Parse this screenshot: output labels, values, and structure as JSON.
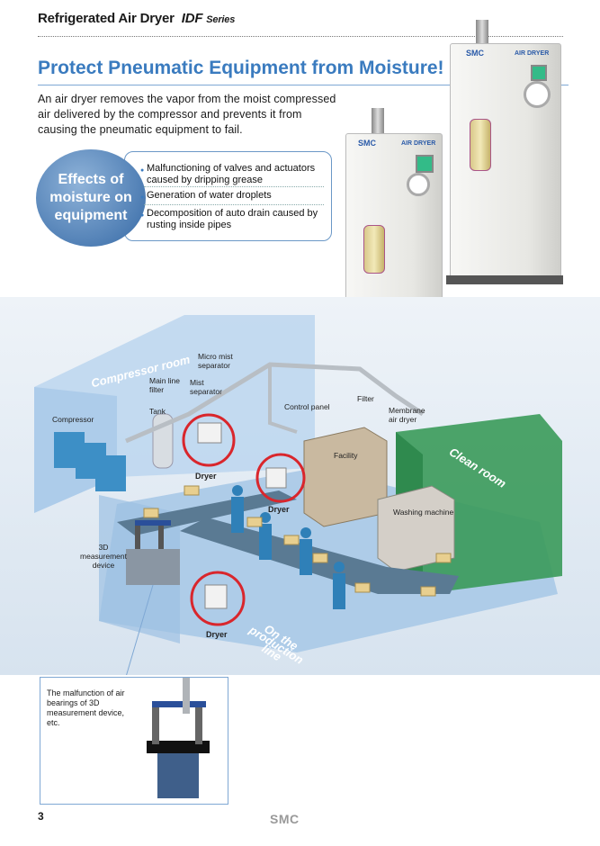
{
  "header": {
    "title": "Refrigerated Air Dryer",
    "series_code": "IDF",
    "series_word": "Series"
  },
  "headline": "Protect Pneumatic Equipment from Moisture!",
  "intro": "An air dryer removes the vapor from the moist compressed air delivered by the compressor and prevents it from causing the pneumatic equipment to fail.",
  "effects": {
    "title_lines": [
      "Effects of",
      "moisture on",
      "equipment"
    ],
    "items": [
      "Malfunctioning of valves and actuators caused by dripping grease",
      "Generation of water droplets",
      "Decomposition of auto drain caused by rusting inside pipes"
    ]
  },
  "products": {
    "brand": "SMC",
    "panel_label": "AIR DRYER"
  },
  "diagram": {
    "zones": {
      "compressor_room": "Compressor room",
      "clean_room": "Clean room",
      "production_line": "On the production line"
    },
    "labels": {
      "compressor": "Compressor",
      "tank": "Tank",
      "main_line_filter": "Main line filter",
      "mist_separator": "Mist separator",
      "micro_mist_separator": "Micro mist separator",
      "control_panel": "Control panel",
      "filter": "Filter",
      "membrane_air_dryer": "Membrane air dryer",
      "facility": "Facility",
      "washing_machine": "Washing machine",
      "measurement_device": "3D measurement device",
      "dryer": "Dryer"
    }
  },
  "inset_text": "The malfunction of air bearings of 3D measurement device, etc.",
  "footer": {
    "page_number": "3",
    "brand": "SMC"
  },
  "colors": {
    "accent_blue": "#3a7bbf",
    "dryer_highlight": "#d9262c",
    "clean_room_green": "#3a9a5a",
    "room_blue": "#9ec3e6"
  }
}
